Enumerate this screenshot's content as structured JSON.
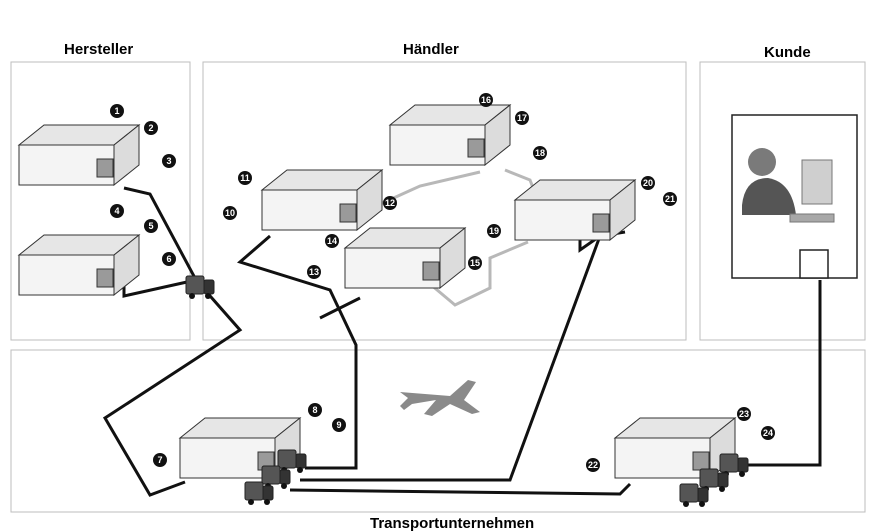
{
  "regions": {
    "hersteller": "Hersteller",
    "haendler": "Händler",
    "kunde": "Kunde",
    "transport": "Transportunternehmen"
  },
  "markers": [
    "1",
    "2",
    "3",
    "4",
    "5",
    "6",
    "7",
    "8",
    "9",
    "10",
    "11",
    "12",
    "13",
    "14",
    "15",
    "16",
    "17",
    "18",
    "19",
    "20",
    "21",
    "22",
    "23",
    "24"
  ],
  "colors": {
    "panel_border": "#bdbdbd",
    "line_dark": "#111111",
    "line_light": "#b8b8b8",
    "marker_fill": "#111111",
    "airplane": "#8a8a8a",
    "building_wall": "#f4f4f4",
    "building_roof": "#e6e6e6"
  },
  "icons": {
    "building": "warehouse-icon",
    "truck": "truck-icon",
    "airplane": "airplane-icon",
    "customer": "person-at-computer-icon"
  }
}
